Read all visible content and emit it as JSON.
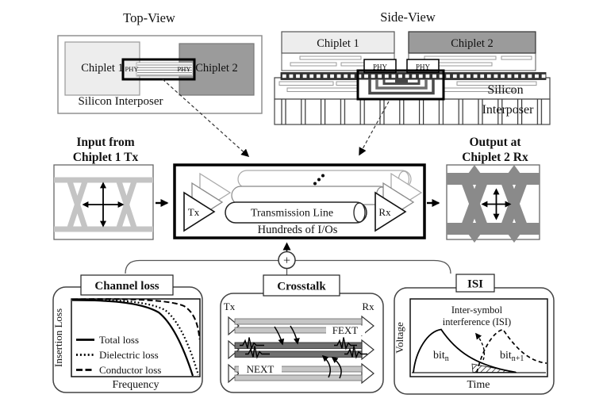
{
  "colors": {
    "chiplet1_fill": "#ededed",
    "chiplet2_fill": "#9b9b9b",
    "eye_input": "#c4c4c4",
    "eye_output": "#8a8a8a",
    "trace_light": "#c6c6c6",
    "trace_dark": "#6f6f6f"
  },
  "top_view": {
    "title": "Top-View",
    "chiplet1": "Chiplet 1",
    "chiplet2": "Chiplet 2",
    "phy_left": "PHY",
    "phy_right": "PHY",
    "interposer": "Silicon Interposer"
  },
  "side_view": {
    "title": "Side-View",
    "chiplet1": "Chiplet 1",
    "chiplet2": "Chiplet 2",
    "phy_left": "PHY",
    "phy_right": "PHY",
    "silicon": "Silicon",
    "interposer": "Interposer"
  },
  "flow": {
    "input_line1": "Input from",
    "input_line2": "Chiplet 1 Tx",
    "output_line1": "Output at",
    "output_line2": "Chiplet 2 Rx",
    "tx": "Tx",
    "rx": "Rx",
    "transmission_line": "Transmission Line",
    "hundreds_ios": "Hundreds of I/Os",
    "sum": "+"
  },
  "channel_loss": {
    "title": "Channel loss",
    "ylabel": "Insertion Loss",
    "xlabel": "Frequency",
    "legend": [
      {
        "label": "Total loss"
      },
      {
        "label": "Dielectric loss"
      },
      {
        "label": "Conductor loss"
      }
    ]
  },
  "crosstalk": {
    "title": "Crosstalk",
    "tx": "Tx",
    "rx": "Rx",
    "fext": "FEXT",
    "next": "NEXT"
  },
  "isi": {
    "title": "ISI",
    "ylabel": "Voltage",
    "xlabel": "Time",
    "note1": "Inter-symbol",
    "note2": "interference (ISI)",
    "bit_word": "bit",
    "bit_n_sub": "n",
    "bit_n1_sub": "n+1"
  }
}
